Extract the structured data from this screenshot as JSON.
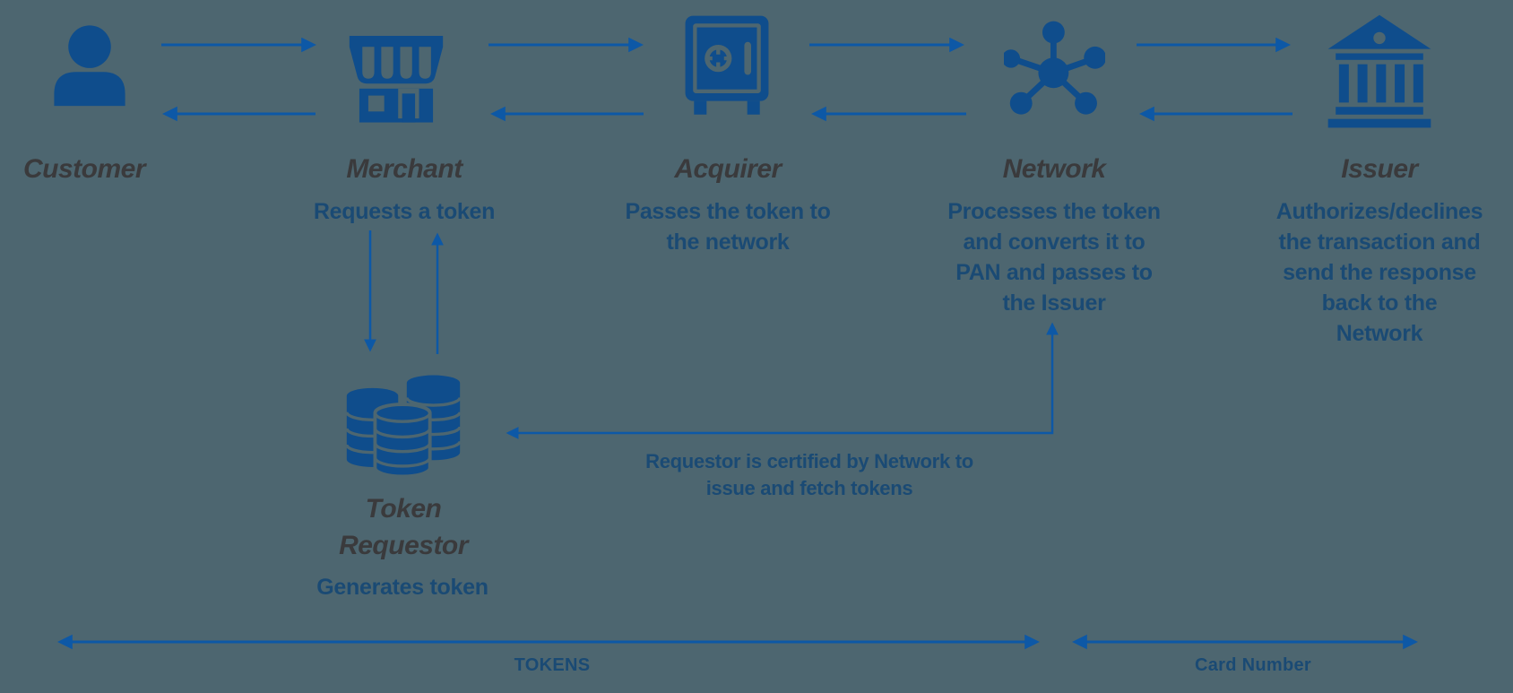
{
  "colors": {
    "background": "#4d6670",
    "icon_blue": "#0f4d8c",
    "arrow_blue": "#0d58a6",
    "text_navy": "#1a4a74",
    "entity_label_gray": "#3a3a3c"
  },
  "entities": [
    {
      "label": "Customer",
      "icon": "person-icon",
      "description_lines": []
    },
    {
      "label": "Merchant",
      "icon": "storefront-icon",
      "description_lines": [
        "Requests a token"
      ]
    },
    {
      "label": "Acquirer",
      "icon": "safe-icon",
      "description_lines": [
        "Passes the token to",
        "the network"
      ]
    },
    {
      "label": "Network",
      "icon": "network-hub-icon",
      "description_lines": [
        "Processes the token",
        "and converts it to",
        "PAN and passes to",
        "the Issuer"
      ]
    },
    {
      "label": "Issuer",
      "icon": "bank-icon",
      "description_lines": [
        "Authorizes/declines",
        "the transaction and",
        "send the response",
        "back to the Network"
      ]
    }
  ],
  "token_requestor": {
    "label_lines": [
      "Token",
      "Requestor"
    ],
    "icon": "coin-stack-icon",
    "description_lines": [
      "Generates token"
    ]
  },
  "connector_caption_lines": [
    "Requestor is certified by Network to",
    "issue and fetch tokens"
  ],
  "bottom": {
    "tokens_label": "TOKENS",
    "card_number_label": "Card Number"
  }
}
